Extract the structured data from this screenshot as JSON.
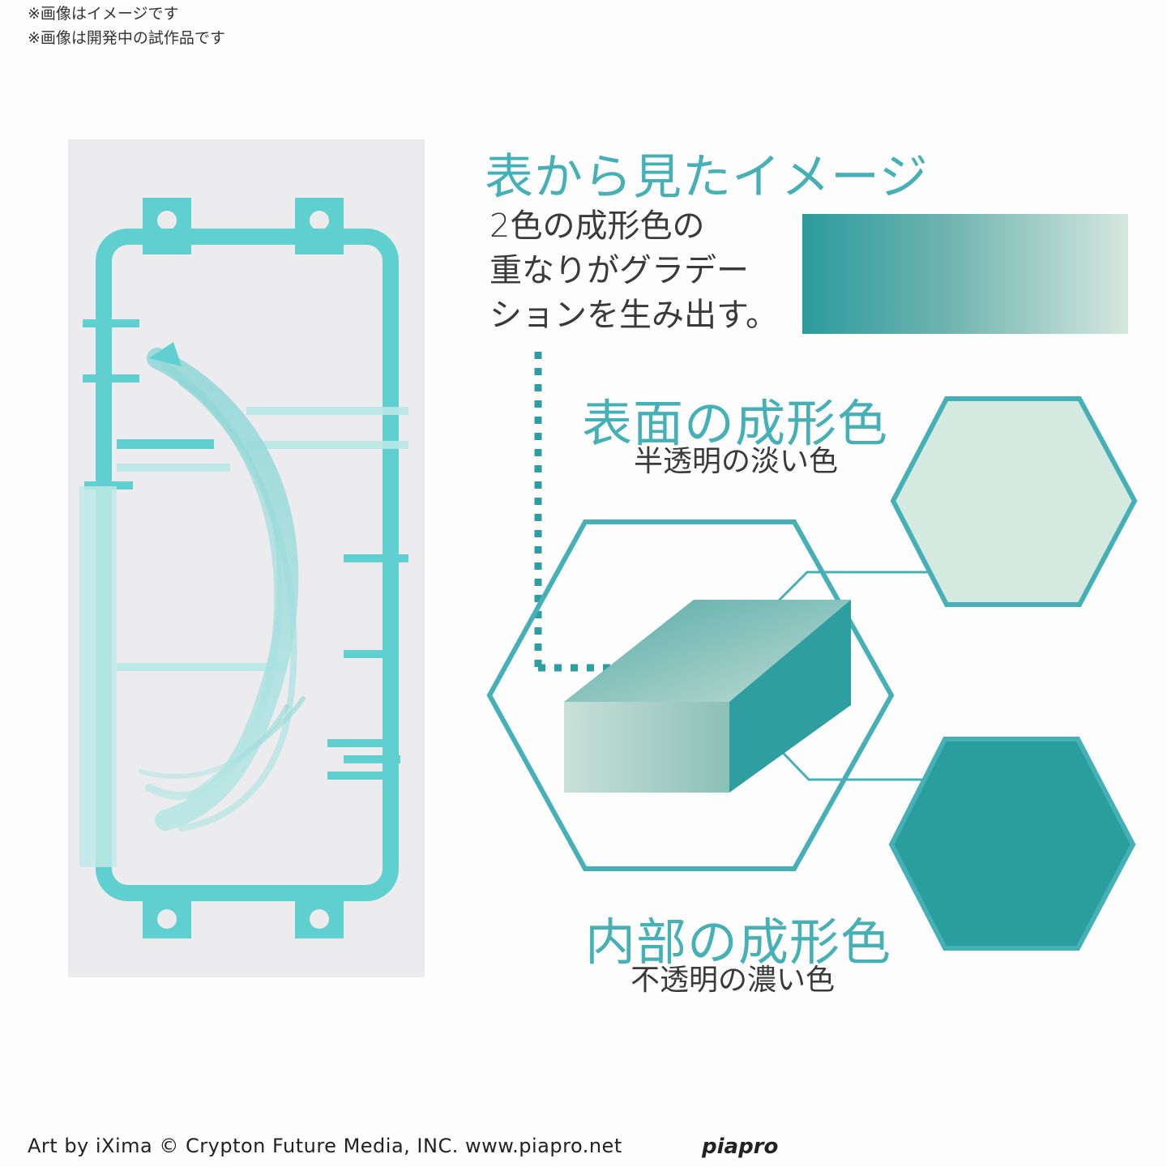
{
  "notes": [
    "※画像はイメージです",
    "※画像は開発中の試作品です"
  ],
  "heading_front": "表から見たイメージ",
  "description_lines": [
    "2色の成形色の",
    "重なりがグラデー",
    "ションを生み出す。"
  ],
  "surface": {
    "title": "表面の成形色",
    "subtitle": "半透明の淡い色"
  },
  "inner": {
    "title": "内部の成形色",
    "subtitle": "不透明の濃い色"
  },
  "credit": "Art by iXima © Crypton Future Media, INC. www.piapro.net",
  "logo": "piapro",
  "colors": {
    "accent": "#46b0b7",
    "light": "#d4e9e0",
    "dark": "#2a9d9f",
    "runner": "#5fd0d0"
  }
}
